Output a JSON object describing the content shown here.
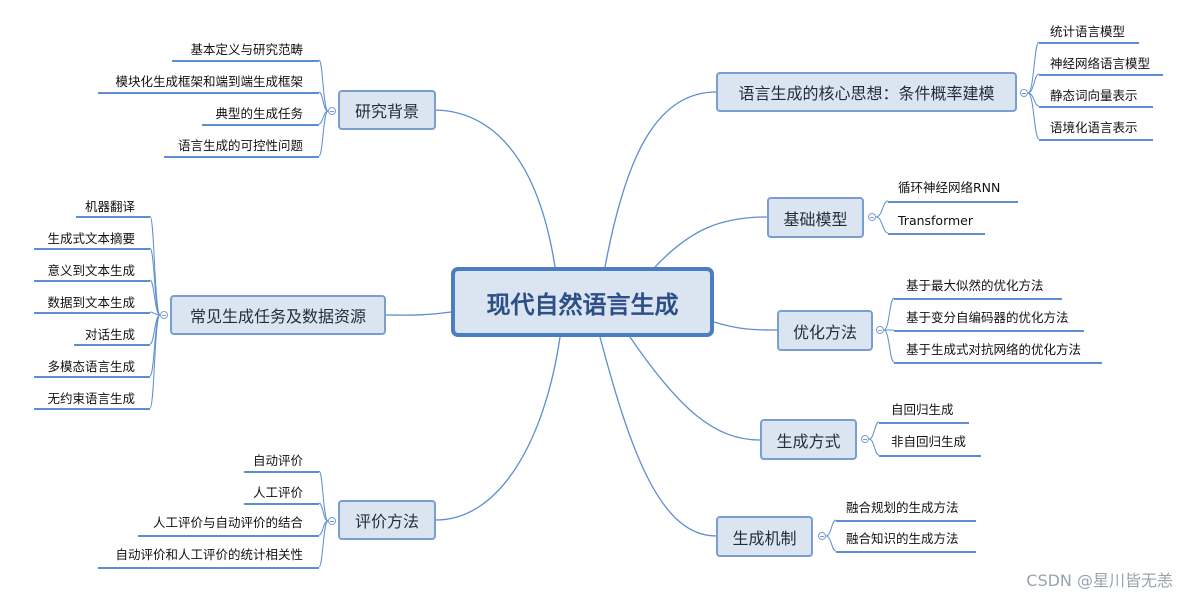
{
  "root": "现代自然语言生成",
  "branches": {
    "b1": {
      "label": "研究背景",
      "leaves": [
        "基本定义与研究范畴",
        "模块化生成框架和端到端生成框架",
        "典型的生成任务",
        "语言生成的可控性问题"
      ]
    },
    "b2": {
      "label": "常见生成任务及数据资源",
      "leaves": [
        "机器翻译",
        "生成式文本摘要",
        "意义到文本生成",
        "数据到文本生成",
        "对话生成",
        "多模态语言生成",
        "无约束语言生成"
      ]
    },
    "b3": {
      "label": "评价方法",
      "leaves": [
        "自动评价",
        "人工评价",
        "人工评价与自动评价的结合",
        "自动评价和人工评价的统计相关性"
      ]
    },
    "b4": {
      "label": "语言生成的核心思想：条件概率建模",
      "leaves": [
        "统计语言模型",
        "神经网络语言模型",
        "静态词向量表示",
        "语境化语言表示"
      ]
    },
    "b5": {
      "label": "基础模型",
      "leaves": [
        "循环神经网络RNN",
        "Transformer"
      ]
    },
    "b6": {
      "label": "优化方法",
      "leaves": [
        "基于最大似然的优化方法",
        "基于变分自编码器的优化方法",
        "基于生成式对抗网络的优化方法"
      ]
    },
    "b7": {
      "label": "生成方式",
      "leaves": [
        "自回归生成",
        "非自回归生成"
      ]
    },
    "b8": {
      "label": "生成机制",
      "leaves": [
        "融合规划的生成方法",
        "融合知识的生成方法"
      ]
    }
  },
  "watermark": "CSDN @星川皆无恙",
  "colors": {
    "node_fill": "#dbe4f1",
    "node_border": "#7b9ed1",
    "root_border": "#4a7ec2",
    "line": "#5e8ed0",
    "root_text": "#2d4f87"
  }
}
